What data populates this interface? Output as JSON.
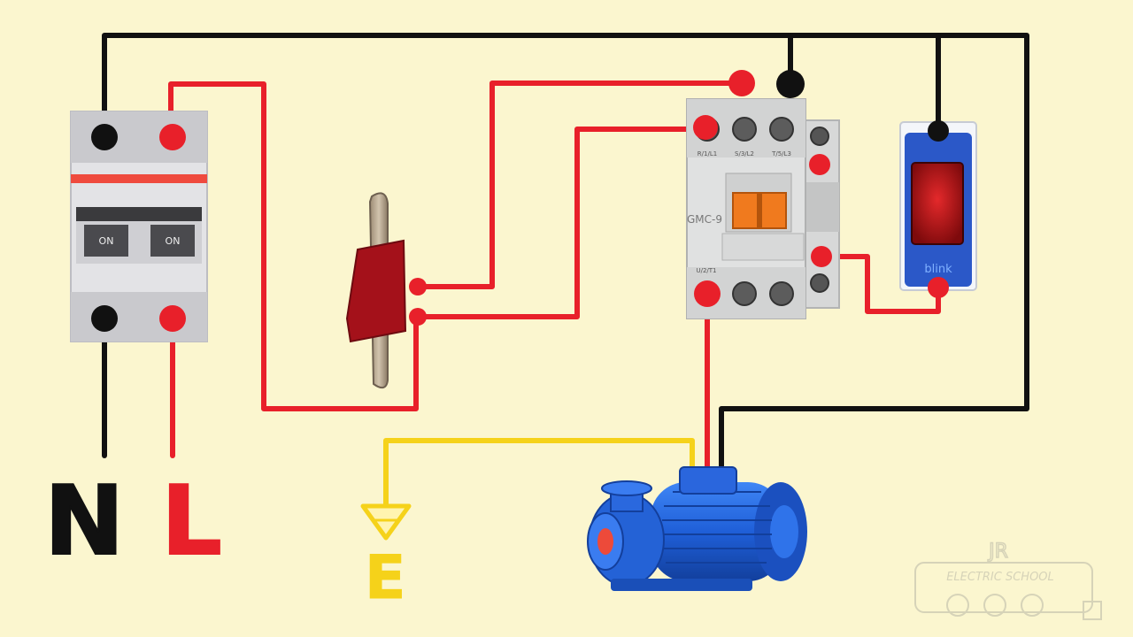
{
  "breaker": {
    "switch_left_label": "ON",
    "switch_right_label": "ON"
  },
  "contactor": {
    "model": "GMC-9",
    "terminal_top_1": "R/1/L1",
    "terminal_top_2": "S/3/L2",
    "terminal_top_3": "T/5/L3",
    "terminal_bottom": "U/2/T1"
  },
  "indicator": {
    "brand": "blink"
  },
  "labels": {
    "neutral": "N",
    "line": "L",
    "earth": "E"
  },
  "watermark": {
    "logo": "JR",
    "text": "ELECTRIC SCHOOL"
  },
  "colors": {
    "background": "#fbf6cf",
    "wire_line": "#e8202a",
    "wire_neutral": "#111111",
    "wire_earth": "#f5d21a",
    "pump_blue": "#1f5fd8",
    "contactor_orange": "#f07a1e",
    "lamp_red": "#b10f12"
  }
}
